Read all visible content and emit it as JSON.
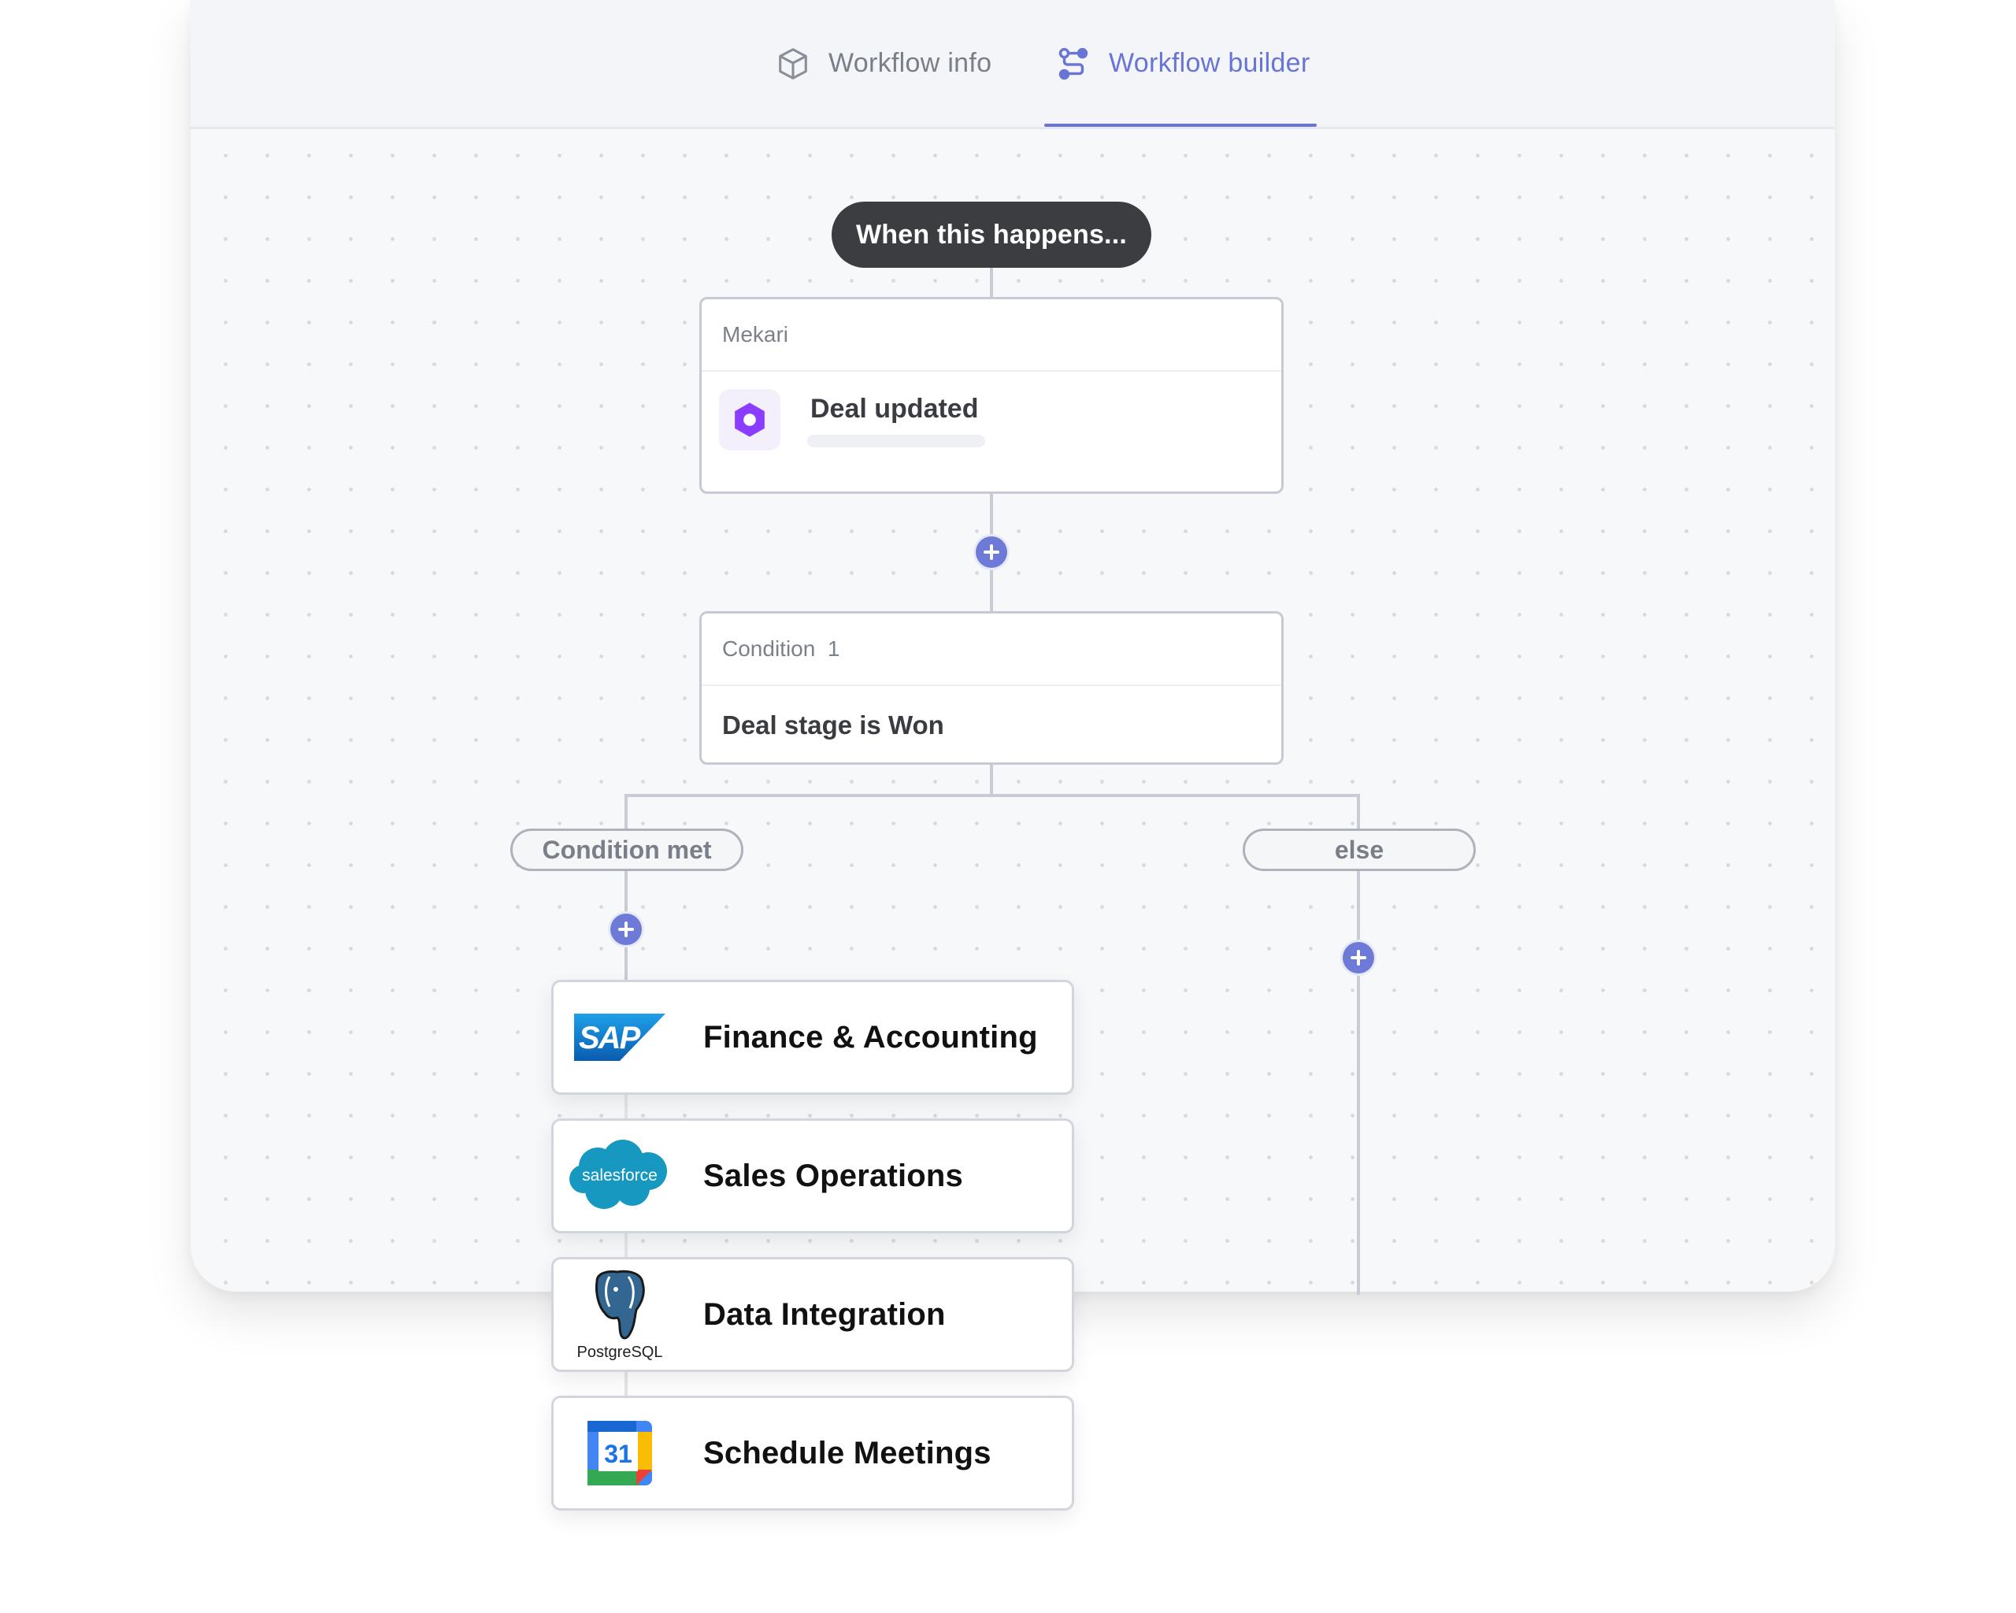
{
  "tabs": [
    {
      "label": "Workflow info",
      "icon": "cube-icon",
      "active": false
    },
    {
      "label": "Workflow builder",
      "icon": "workflow-icon",
      "active": true
    }
  ],
  "trigger": {
    "pill": "When this happens...",
    "app": "Mekari",
    "event": "Deal updated",
    "icon": "mekari-hexagon-icon"
  },
  "condition": {
    "title": "Condition  1",
    "rule": "Deal stage is Won"
  },
  "branches": {
    "met": "Condition met",
    "else": "else"
  },
  "actions": [
    {
      "label": "Finance & Accounting",
      "logo": "sap-logo",
      "logo_text": "SAP"
    },
    {
      "label": "Sales Operations",
      "logo": "salesforce-logo",
      "logo_text": "salesforce"
    },
    {
      "label": "Data Integration",
      "logo": "postgresql-logo",
      "logo_text": "PostgreSQL"
    },
    {
      "label": "Schedule Meetings",
      "logo": "google-calendar-logo",
      "logo_text": "31"
    }
  ],
  "colors": {
    "accent": "#6874d6",
    "dark_pill": "#3b3d41",
    "mekari_purple": "#8b3dff",
    "sap_blue": "#0a6fc2",
    "salesforce_blue": "#1798c1",
    "postgres_blue": "#336791"
  }
}
